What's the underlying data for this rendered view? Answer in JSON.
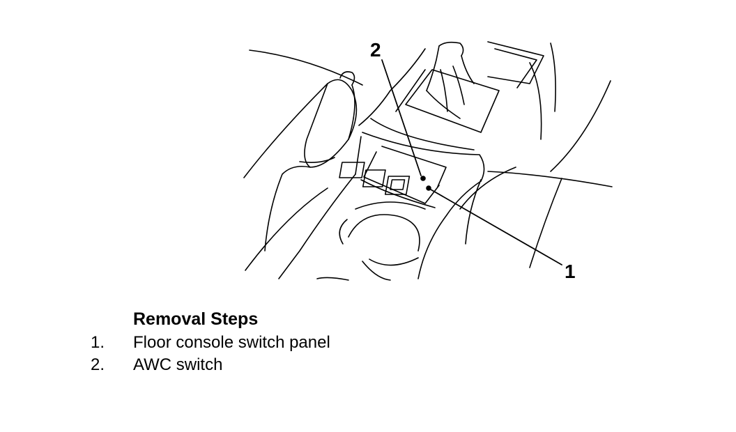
{
  "figure": {
    "callouts": [
      {
        "label": "2"
      },
      {
        "label": "1"
      }
    ]
  },
  "removal": {
    "title": "Removal Steps",
    "steps": [
      {
        "number": "1.",
        "text": "Floor console switch panel"
      },
      {
        "number": "2.",
        "text": "AWC switch"
      }
    ]
  }
}
